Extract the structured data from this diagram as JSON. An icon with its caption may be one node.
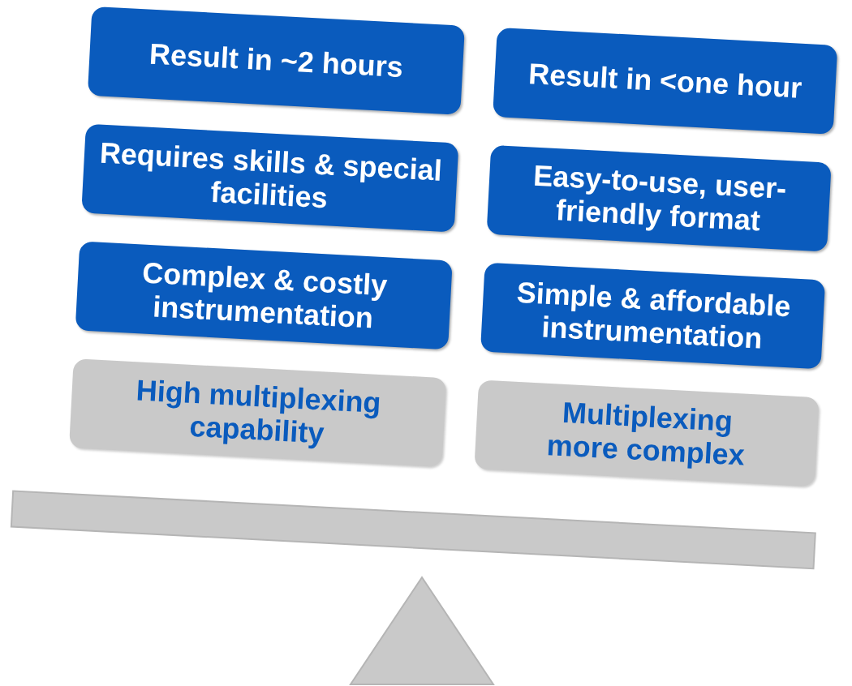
{
  "diagram": {
    "nodes": [
      {
        "text": [
          "Result in ~2 hours"
        ]
      },
      {
        "text": [
          "Requires skills & special facilities"
        ]
      },
      {
        "text": [
          "Complex & costly instrumentation"
        ]
      },
      {
        "text": [
          "High multiplexing capability"
        ]
      },
      {
        "text": [
          "Result in <one hour"
        ]
      },
      {
        "text": [
          "Easy-to-use, user-friendly format"
        ]
      },
      {
        "text": [
          "Simple & affordable instrumentation"
        ]
      },
      {
        "text": [
          "Multiplexing more complex"
        ]
      },
      {
        "text": [],
        "shape": "bar"
      },
      {
        "text": [],
        "shape": "triangle"
      }
    ]
  }
}
